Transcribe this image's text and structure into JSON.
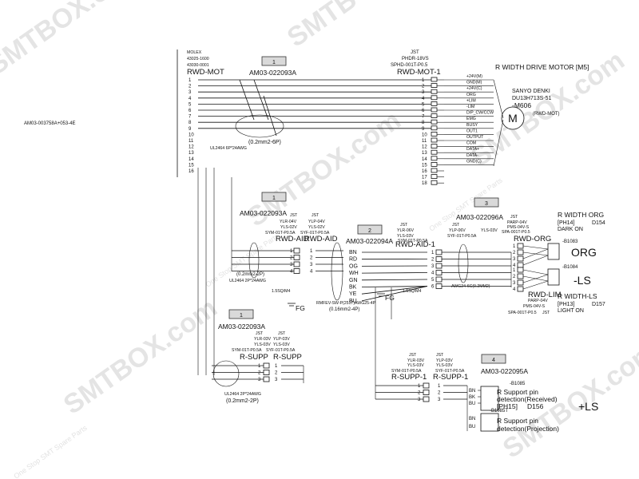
{
  "watermark": {
    "brand": "SMTBOX.com",
    "tagline": "One Stop SMT Spare Parts"
  },
  "side_label": "AM03-003758A+053-4E",
  "sections": [
    {
      "tag": "1",
      "part": "AM03-022093A"
    },
    {
      "tag": "1",
      "part": "AM03-022093A"
    },
    {
      "tag": "2",
      "part": "AM03-022094A"
    },
    {
      "tag": "3",
      "part": "AM03-022096A"
    },
    {
      "tag": "1",
      "part": "AM03-022093A"
    },
    {
      "tag": "4",
      "part": "AM03-022095A"
    }
  ],
  "rwd_mot": {
    "maker": "MOLEX",
    "part1": "43025-1600",
    "part2": "43030-0001",
    "name": "RWD-MOT",
    "pins": [
      "1",
      "2",
      "3",
      "4",
      "5",
      "6",
      "7",
      "8",
      "9",
      "10",
      "11",
      "12",
      "13",
      "14",
      "15",
      "16"
    ],
    "cable": "(0.2mm2-6P)",
    "cable_note": "UL2464 6P*24AWG"
  },
  "rwd_mot_1": {
    "maker": "JST",
    "part1": "PHDR-18VS",
    "part2": "SPHD-001T-P0.5",
    "name": "RWD-MOT-1",
    "pins": [
      "1",
      "2",
      "3",
      "4",
      "5",
      "6",
      "7",
      "8",
      "9",
      "10",
      "11",
      "12",
      "13",
      "14",
      "15",
      "16",
      "17",
      "18"
    ]
  },
  "motor": {
    "title": "R WIDTH DRIVE MOTOR [M5]",
    "maker": "SANYO DENKI",
    "model": "DU13H713S-51",
    "ref": "-M606",
    "alias": "(RWD-MOT)",
    "symbol": "M",
    "signals": [
      "+24V(M)",
      "GND(M)",
      "+24V(C)",
      "ORG",
      "+LIM",
      "-LIM",
      "D/P_CW/CCW",
      "EMG",
      "BUSY",
      "OUT1",
      "OUTPUT",
      "COM",
      "DATA+",
      "DATA-",
      "GND(C)"
    ]
  },
  "rwd_aid": {
    "maker": "JST",
    "p1": "YLR-04V",
    "p2": "YLS-02V",
    "p3": "SYM-01T-P0.5A",
    "name": "RWD-AID",
    "pins": [
      "1",
      "2",
      "3",
      "4"
    ],
    "cable": "(0.2mm2-2P)",
    "cable_note": "UL2464 2P*24AWG"
  },
  "rwd_aid_right": {
    "maker": "JST",
    "p1": "YLP-04V",
    "p2": "YLS-02V",
    "p3": "SYF-01T-P0.5A",
    "name": "RWD-AID",
    "pins": [
      "1",
      "2",
      "3",
      "4"
    ]
  },
  "mid_cable": {
    "colors": [
      "BN",
      "RD",
      "OG",
      "WH",
      "GN",
      "BK",
      "YE",
      "BU"
    ],
    "spec": "RMFEV-SW-P(2517)AWG25-4P",
    "size": "(0.16mm2-4P)",
    "fg": "FG",
    "fg_wire_left": "1.5SQ/M4",
    "fg_wire_right": "1.5SQ/M4"
  },
  "rwd_aid_1": {
    "maker": "JST",
    "p1": "YLR-06V",
    "p2": "YLS-03V",
    "p3": "SYM-01T-P0.5A",
    "name": "RWD-AID-1",
    "pins": [
      "1",
      "2",
      "3",
      "4",
      "5",
      "6"
    ],
    "cable": "AWG24-6C(0.2MM2)"
  },
  "rwd_org": {
    "right_maker": "JST",
    "right_p1": "YLP-06V",
    "right_p2": "YLS-03V",
    "right_p3": "SYF-01T-P0.5A",
    "maker": "JST",
    "p1": "PARP-04V",
    "p2": "PMS-04V-S",
    "p3": "SPA-001T-P0.5",
    "name": "RWD-ORG",
    "pins": [
      "1",
      "2",
      "3",
      "4"
    ]
  },
  "rwd_lim": {
    "name": "RWD-LIM",
    "p1": "PARP-04V",
    "p2": "PMS-04V-S",
    "p3": "SPA-001T-P0.5",
    "maker": "JST",
    "pins": [
      "1",
      "2",
      "3",
      "4"
    ]
  },
  "sensor_org": {
    "title": "R WIDTH ORG",
    "ref": "[PH14]",
    "code": "D154",
    "state": "DARK ON",
    "b1": "-B1083",
    "b2": "-B1084",
    "label": "ORG",
    "lim_label": "-LS"
  },
  "sensor_ls": {
    "title": "R WIDTH-LS",
    "ref": "[PH13]",
    "code": "D157",
    "state": "LIGHT ON"
  },
  "r_supp": {
    "maker_l": "JST",
    "l1": "YLR-03V",
    "l2": "YLS-03V",
    "l3": "SYM-01T-P0.5A",
    "maker_r": "JST",
    "r1": "YLP-03V",
    "r2": "YLS-03V",
    "r3": "SYF-01T-P0.5A",
    "name_l": "R-SUPP",
    "name_r": "R-SUPP",
    "pins": [
      "1",
      "2",
      "3"
    ],
    "cable": "(0.2mm2-2P)",
    "cable_note": "UL2464 2P*24AWG"
  },
  "r_supp_1": {
    "maker_l": "JST",
    "l1": "YLR-03V",
    "l2": "YLS-03V",
    "l3": "SYM-01T-P0.5A",
    "maker_r": "JST",
    "r1": "YLP-03V",
    "r2": "YLS-03V",
    "r3": "SYF-01T-P0.5A",
    "name_l": "R-SUPP-1",
    "name_r": "R-SUPP-1",
    "pins": [
      "1",
      "2",
      "3"
    ]
  },
  "r_support_sensor": {
    "b1": "-B1085",
    "b2": "-B1085T",
    "rx_line1": "R Support pin",
    "rx_line2": "detection(Received)",
    "rx_line3": "[PH15]",
    "rx_code": "D156",
    "tx_line1": "R Support pin",
    "tx_line2": "detection(Projection)",
    "colors": [
      "BN",
      "BK",
      "BU"
    ],
    "tx_colors": [
      "BN",
      "BU"
    ],
    "label": "+LS"
  }
}
